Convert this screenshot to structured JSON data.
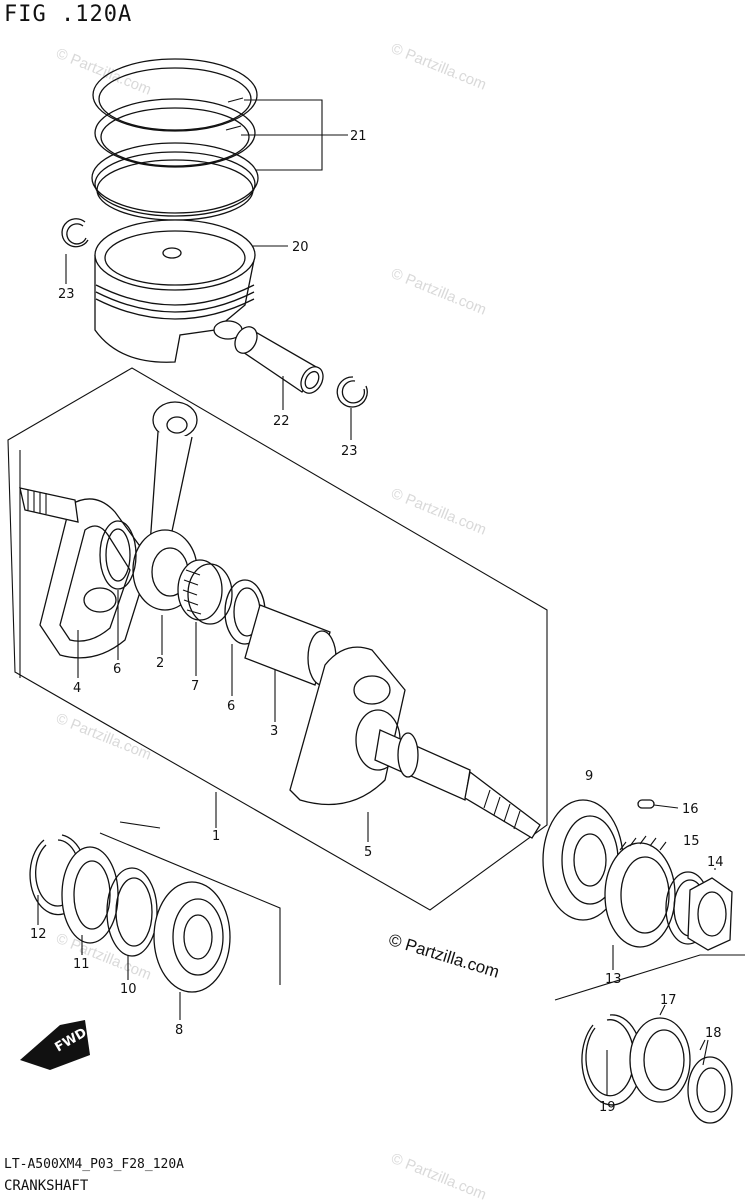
{
  "figure": {
    "title": "FIG .120A",
    "code": "LT-A500XM4_P03_F28_120A",
    "caption": "CRANKSHAFT",
    "copyright": "© Partzilla.com",
    "watermark": "© Partzilla.com"
  },
  "callouts": {
    "c1": "1",
    "c2": "2",
    "c3": "3",
    "c4": "4",
    "c5": "5",
    "c6a": "6",
    "c6b": "6",
    "c7": "7",
    "c8": "8",
    "c9": "9",
    "c10": "10",
    "c11": "11",
    "c12": "12",
    "c13": "13",
    "c14": "14",
    "c15": "15",
    "c16": "16",
    "c17": "17",
    "c18": "18",
    "c19": "19",
    "c20": "20",
    "c21": "21",
    "c22": "22",
    "c23a": "23",
    "c23b": "23"
  },
  "fwd_badge": "FWD"
}
